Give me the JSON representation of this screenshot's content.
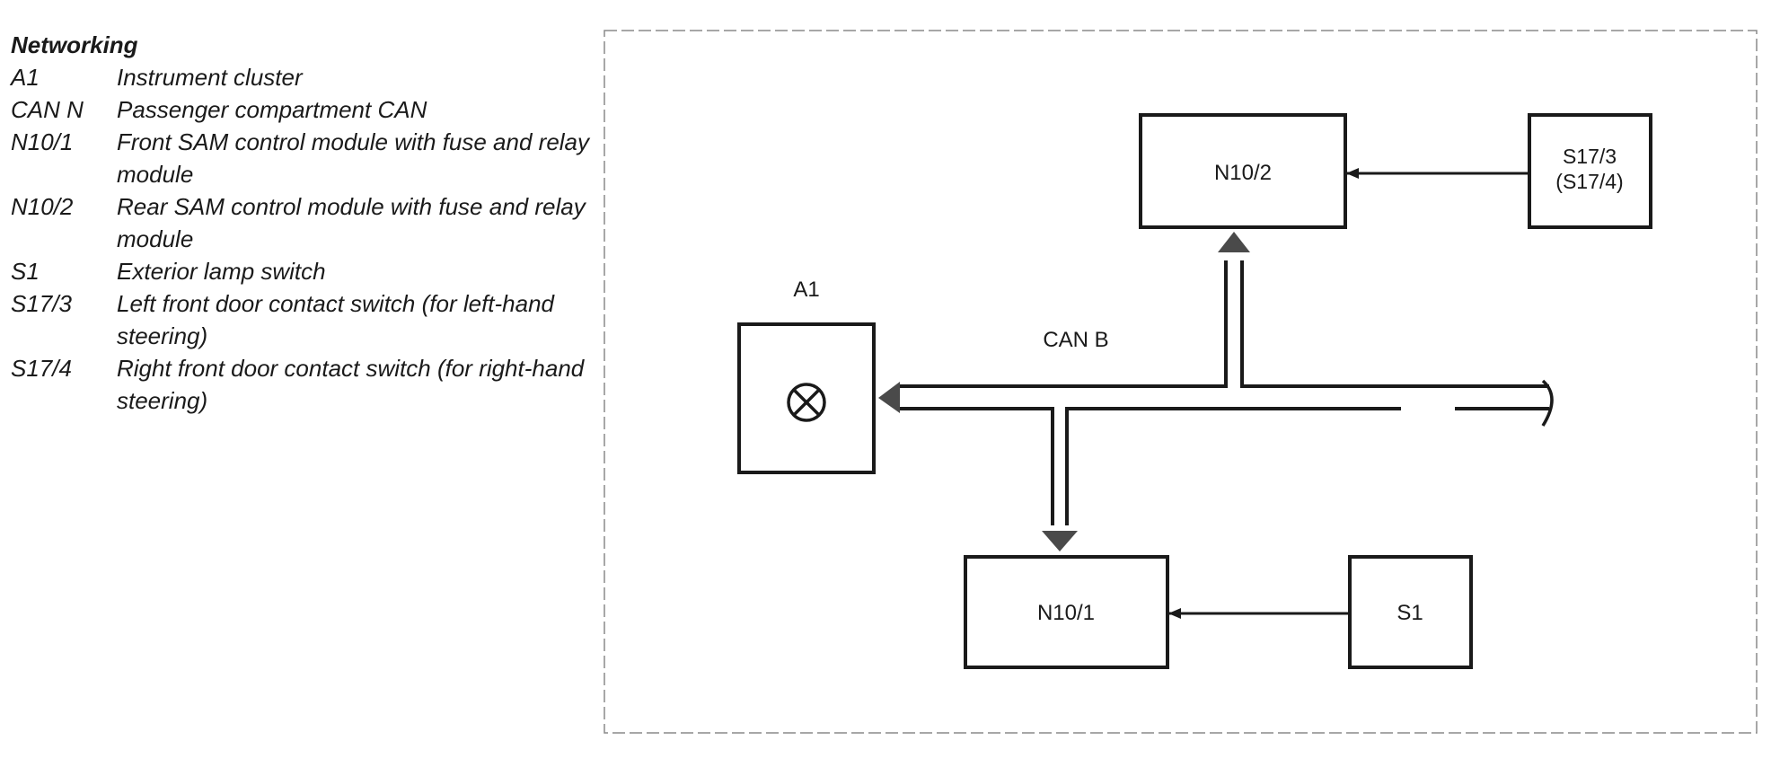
{
  "legend": {
    "title": "Networking",
    "items": [
      {
        "code": "A1",
        "description": "Instrument cluster"
      },
      {
        "code": "CAN N",
        "description": "Passenger compartment CAN"
      },
      {
        "code": "N10/1",
        "description": "Front SAM control module with fuse and relay module"
      },
      {
        "code": "N10/2",
        "description": "Rear SAM control module with fuse and relay module"
      },
      {
        "code": "S1",
        "description": "Exterior lamp switch"
      },
      {
        "code": "S17/3",
        "description": "Left front door contact switch (for left-hand steering)"
      },
      {
        "code": "S17/4",
        "description": "Right front door contact switch (for right-hand steering)"
      }
    ]
  },
  "diagram": {
    "bus_label": "CAN B",
    "nodes": {
      "a1_label": "A1",
      "a1_symbol": "lamp-indicator-icon",
      "n10_2": "N10/2",
      "n10_1": "N10/1",
      "s17_3": "S17/3",
      "s17_4": "(S17/4)",
      "s1": "S1"
    }
  }
}
